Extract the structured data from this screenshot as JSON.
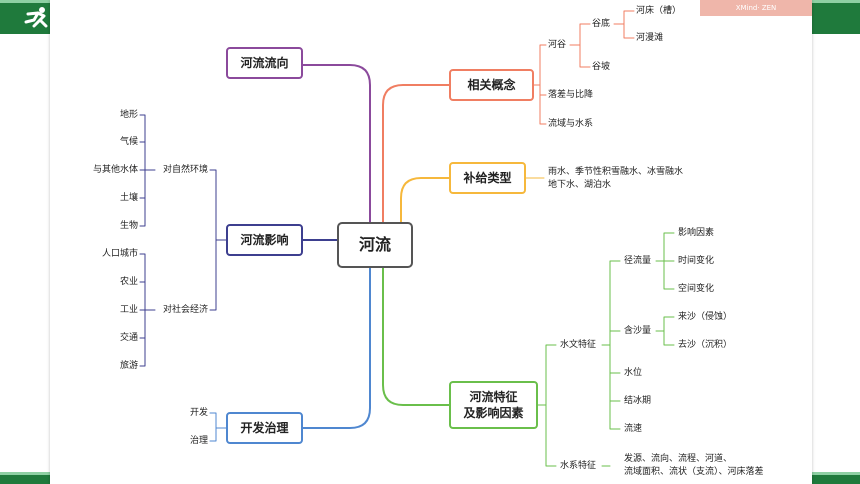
{
  "watermark": "XMind· ZEN",
  "colors": {
    "band": "#1f7a3c",
    "orange": "#f07e62",
    "yellow": "#f6b83c",
    "green": "#6abf4b",
    "purple": "#8b4a9c",
    "indigo": "#3d3f8f",
    "blue": "#4f87d0"
  },
  "center": "河流",
  "left": {
    "flow_direction": "河流流向",
    "impact": "河流影响",
    "natural_env": "对自然环境",
    "natural_items": [
      "地形",
      "气候",
      "与其他水体",
      "土壤",
      "生物"
    ],
    "social_econ": "对社会经济",
    "social_items": [
      "人口城市",
      "农业",
      "工业",
      "交通",
      "旅游"
    ],
    "development": "开发治理",
    "dev_items": [
      "开发",
      "治理"
    ]
  },
  "right": {
    "concepts": "相关概念",
    "valley": "河谷",
    "valley_floor": "谷底",
    "riverbed": "河床（槽）",
    "floodplain": "河漫滩",
    "valley_slope": "谷坡",
    "drop": "落差与比降",
    "basin": "流域与水系",
    "supply": "补给类型",
    "supply_line1": "雨水、季节性积雪融水、冰雪融水",
    "supply_line2": "地下水、湖泊水",
    "features_line1": "河流特征",
    "features_line2": "及影响因素",
    "hydro": "水文特征",
    "runoff": "径流量",
    "runoff_items": [
      "影响因素",
      "时间变化",
      "空间变化"
    ],
    "sediment": "含沙量",
    "sediment_items": [
      "来沙（侵蚀）",
      "去沙（沉积）"
    ],
    "water_level": "水位",
    "freeze": "结冰期",
    "speed": "流速",
    "system": "水系特征",
    "system_line1": "发源、流向、流程、河道、",
    "system_line2": "流域面积、流状（支流）、河床落差"
  }
}
